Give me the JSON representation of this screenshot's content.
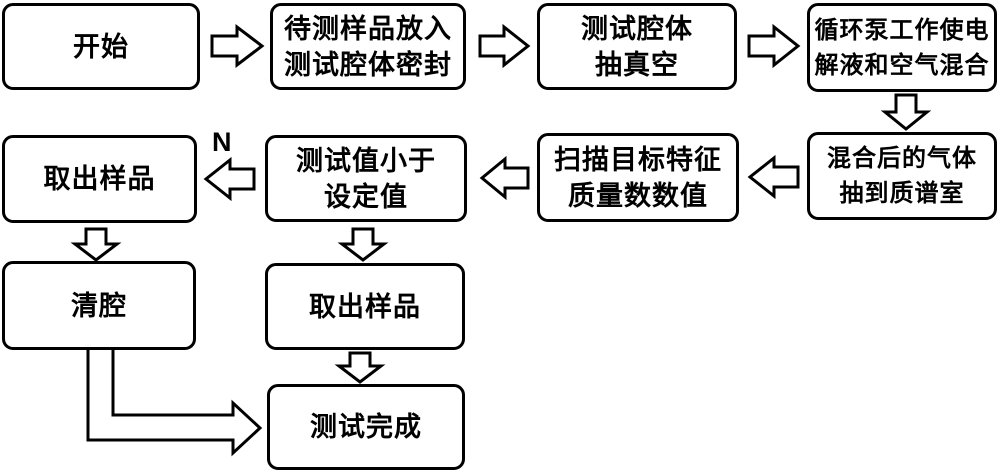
{
  "diagram": {
    "type": "flowchart",
    "language": "zh-CN",
    "branch_label": "N",
    "colors": {
      "background": "#ffffff",
      "node_fill": "#ffffff",
      "stroke": "#000000",
      "text": "#000000"
    },
    "nodes": [
      {
        "id": "start",
        "label": "开始"
      },
      {
        "id": "load-sample",
        "label": "待测样品放入\n测试腔体密封"
      },
      {
        "id": "vacuum",
        "label": "测试腔体\n抽真空"
      },
      {
        "id": "pump-mix",
        "label": "循环泵工作使电\n解液和空气混合"
      },
      {
        "id": "gas-to-ms",
        "label": "混合后的气体\n抽到质谱室"
      },
      {
        "id": "scan-mass",
        "label": "扫描目标特征\n质量数数值"
      },
      {
        "id": "compare",
        "label": "测试值小于\n设定值"
      },
      {
        "id": "takeout-n",
        "label": "取出样品"
      },
      {
        "id": "clean-chamber",
        "label": "清腔"
      },
      {
        "id": "takeout-y",
        "label": "取出样品"
      },
      {
        "id": "complete",
        "label": "测试完成"
      }
    ],
    "edges": [
      {
        "from": "start",
        "to": "load-sample",
        "direction": "right"
      },
      {
        "from": "load-sample",
        "to": "vacuum",
        "direction": "right"
      },
      {
        "from": "vacuum",
        "to": "pump-mix",
        "direction": "right"
      },
      {
        "from": "pump-mix",
        "to": "gas-to-ms",
        "direction": "down"
      },
      {
        "from": "gas-to-ms",
        "to": "scan-mass",
        "direction": "left"
      },
      {
        "from": "scan-mass",
        "to": "compare",
        "direction": "left"
      },
      {
        "from": "compare",
        "to": "takeout-n",
        "direction": "left",
        "label": "N"
      },
      {
        "from": "takeout-n",
        "to": "clean-chamber",
        "direction": "down"
      },
      {
        "from": "compare",
        "to": "takeout-y",
        "direction": "down"
      },
      {
        "from": "takeout-y",
        "to": "complete",
        "direction": "down"
      },
      {
        "from": "clean-chamber",
        "to": "complete",
        "direction": "down-then-right"
      }
    ]
  }
}
